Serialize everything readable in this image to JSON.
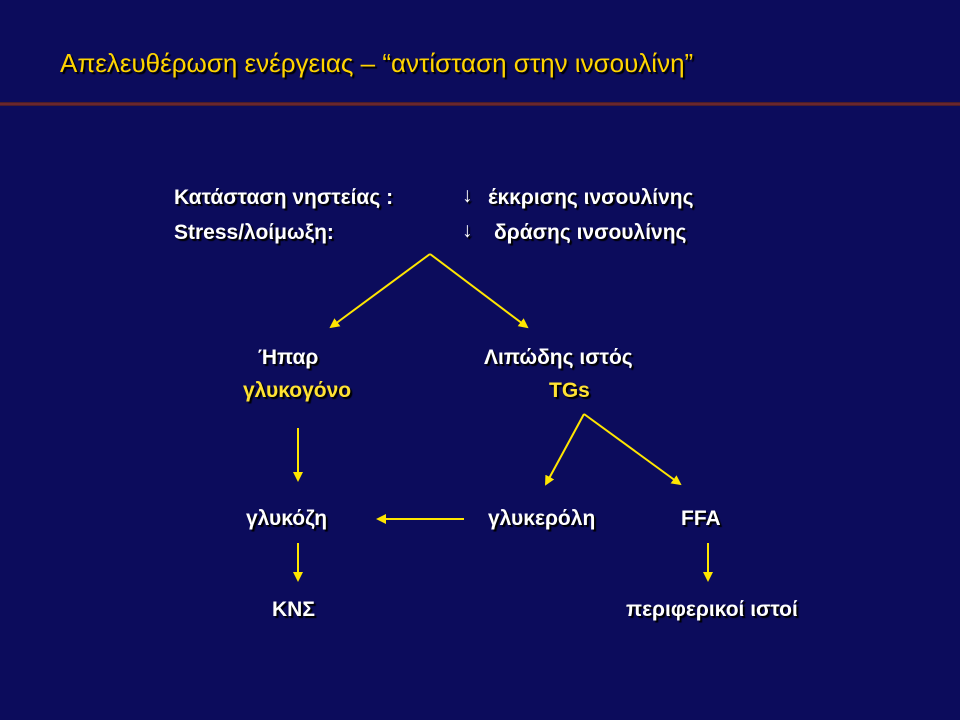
{
  "title": "Απελευθέρωση ενέργειας – “αντίσταση στην  ινσουλίνη”",
  "conditions": {
    "line1_label": "Κατάσταση νηστείας :",
    "line1_arrow": "↓",
    "line1_effect": "έκκρισης ινσουλίνης",
    "line2_label": "Stress/λοίμωξη:",
    "line2_arrow": "↓",
    "line2_effect": "δράσης ινσουλίνης"
  },
  "nodes": {
    "liver": "Ήπαρ",
    "glycogen": "γλυκογόνο",
    "adipose": "Λιπώδης ιστός",
    "tgs": "TGs",
    "glucose": "γλυκόζη",
    "glycerol": "γλυκερόλη",
    "ffa": "FFA",
    "cns": "ΚΝΣ",
    "peripheral": "περιφερικοί ιστοί"
  },
  "colors": {
    "background": "#0c0c5c",
    "title": "#ffd400",
    "arrow": "#ffe600",
    "highlight": "#ffe233",
    "text": "#ffffff"
  }
}
